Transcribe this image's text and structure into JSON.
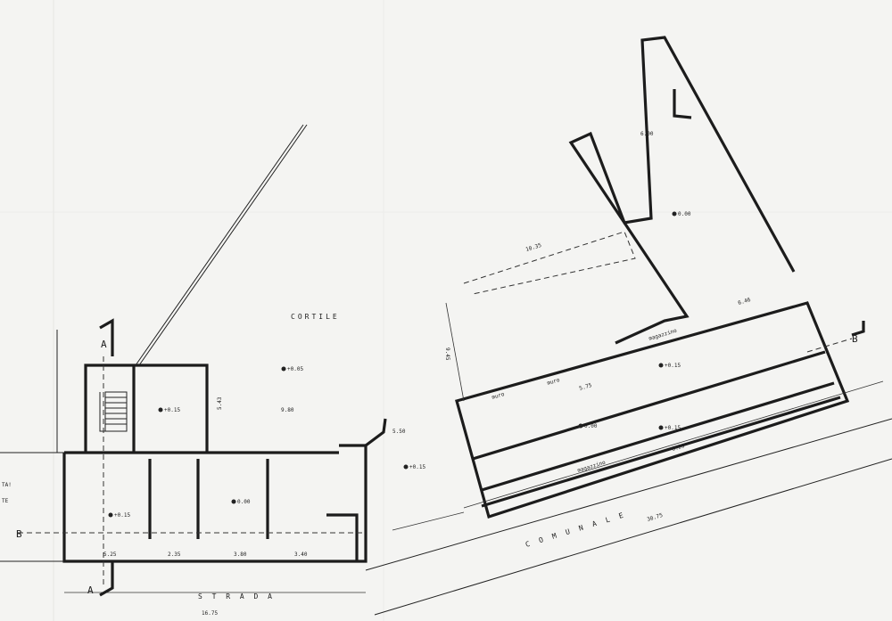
{
  "labels": {
    "cortile": "CORTILE",
    "strada": "S T R A D A",
    "comunale": "C O M U N A L E",
    "section_a": "A",
    "section_b": "B",
    "left_cut_top": "TA!",
    "left_cut_bottom": "TE"
  },
  "levels": {
    "courtyard": "+0.05",
    "room_small": "+0.15",
    "room_middle": "0.00",
    "room_left": "+0.15",
    "side_entry": "+0.15",
    "right_upper": "0.00",
    "right_mid": "+0.15",
    "right_lower": "0.00",
    "right_bottom": "+0.15"
  },
  "dimensions": {
    "strada_len": "16.75",
    "comunale_len": "30.75",
    "cortile_w": "9.80",
    "wall_543": "5.43",
    "wall_525": "5.25",
    "wall_235": "2.35",
    "wall_380": "3.80",
    "wall_340": "3.40",
    "wall_1035": "10.35",
    "wall_600": "6.00",
    "wall_646": "6.46",
    "wall_820": "8.20",
    "wall_575": "5.75",
    "wall_945": "9.45",
    "wall_550": "5.50"
  },
  "room_names": {
    "magazzino_1": "magazzino",
    "magazzino_2": "magazzino",
    "muro_1": "muro",
    "muro_2": "muro"
  }
}
